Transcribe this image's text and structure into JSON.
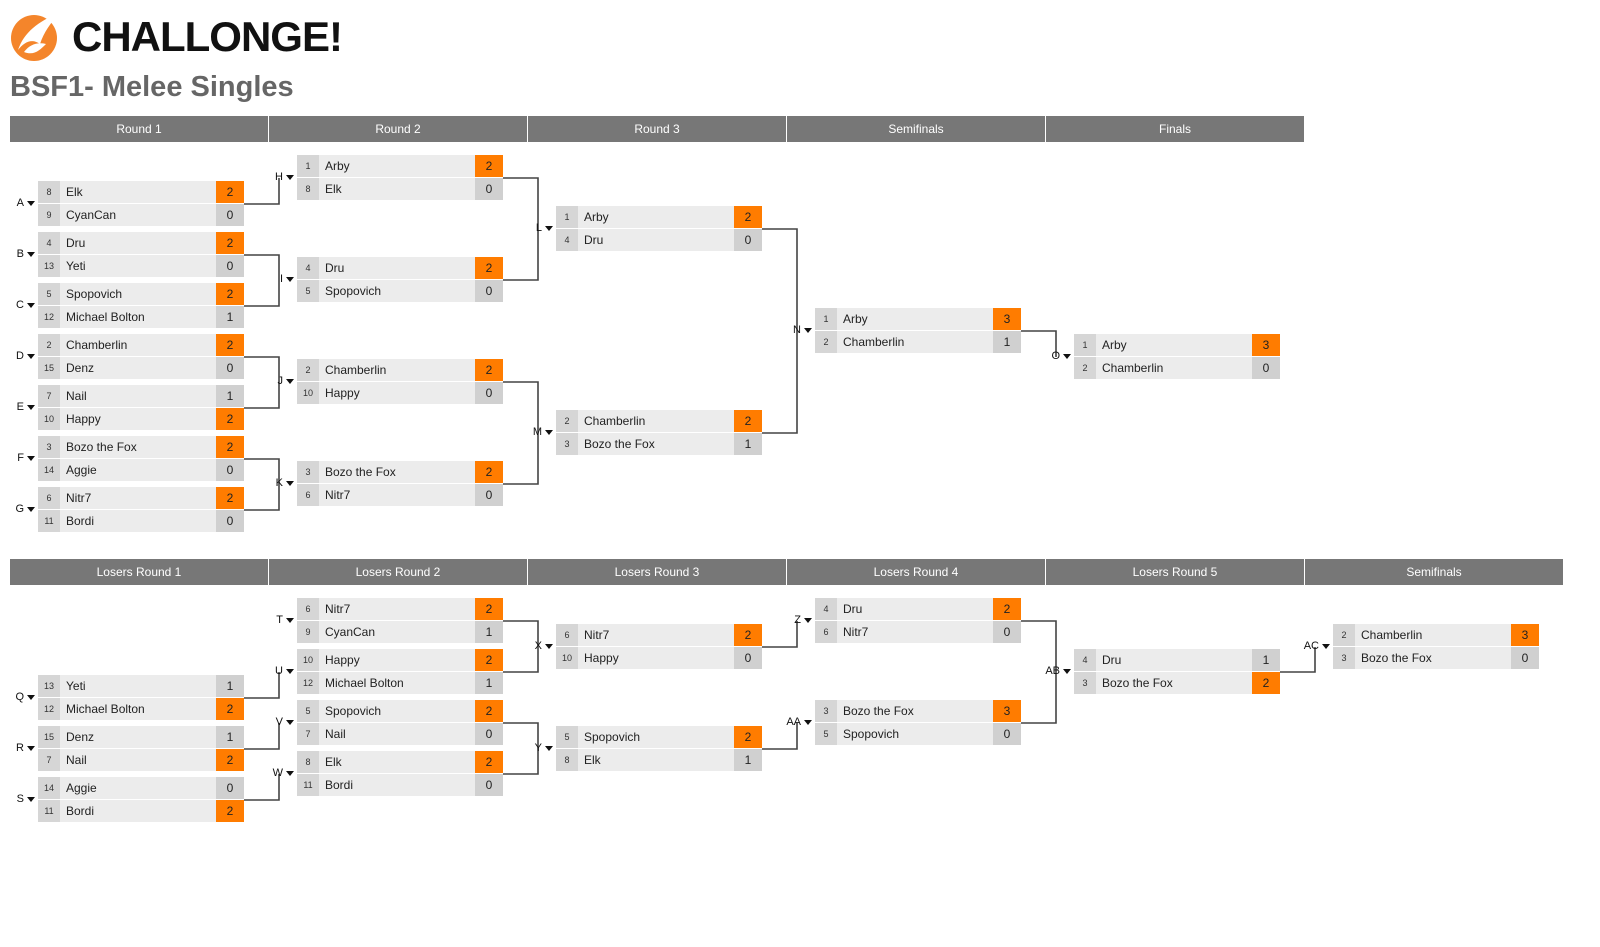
{
  "brand": {
    "logo_text": "CHALLONGE!",
    "logo_icon": "challonge-wing-logo",
    "accent": "#ff7c00"
  },
  "tournament": {
    "title": "BSF1- Melee Singles"
  },
  "winners": {
    "headers": [
      "Round 1",
      "Round 2",
      "Round 3",
      "Semifinals",
      "Finals"
    ],
    "matches": [
      {
        "id": "A",
        "round": 0,
        "p": [
          {
            "seed": "8",
            "name": "Elk",
            "score": "2",
            "win": true
          },
          {
            "seed": "9",
            "name": "CyanCan",
            "score": "0",
            "win": false
          }
        ]
      },
      {
        "id": "B",
        "round": 0,
        "p": [
          {
            "seed": "4",
            "name": "Dru",
            "score": "2",
            "win": true
          },
          {
            "seed": "13",
            "name": "Yeti",
            "score": "0",
            "win": false
          }
        ]
      },
      {
        "id": "C",
        "round": 0,
        "p": [
          {
            "seed": "5",
            "name": "Spopovich",
            "score": "2",
            "win": true
          },
          {
            "seed": "12",
            "name": "Michael Bolton",
            "score": "1",
            "win": false
          }
        ]
      },
      {
        "id": "D",
        "round": 0,
        "p": [
          {
            "seed": "2",
            "name": "Chamberlin",
            "score": "2",
            "win": true
          },
          {
            "seed": "15",
            "name": "Denz",
            "score": "0",
            "win": false
          }
        ]
      },
      {
        "id": "E",
        "round": 0,
        "p": [
          {
            "seed": "7",
            "name": "Nail",
            "score": "1",
            "win": false
          },
          {
            "seed": "10",
            "name": "Happy",
            "score": "2",
            "win": true
          }
        ]
      },
      {
        "id": "F",
        "round": 0,
        "p": [
          {
            "seed": "3",
            "name": "Bozo the Fox",
            "score": "2",
            "win": true
          },
          {
            "seed": "14",
            "name": "Aggie",
            "score": "0",
            "win": false
          }
        ]
      },
      {
        "id": "G",
        "round": 0,
        "p": [
          {
            "seed": "6",
            "name": "Nitr7",
            "score": "2",
            "win": true
          },
          {
            "seed": "11",
            "name": "Bordi",
            "score": "0",
            "win": false
          }
        ]
      },
      {
        "id": "H",
        "round": 1,
        "p": [
          {
            "seed": "1",
            "name": "Arby",
            "score": "2",
            "win": true
          },
          {
            "seed": "8",
            "name": "Elk",
            "score": "0",
            "win": false
          }
        ]
      },
      {
        "id": "I",
        "round": 1,
        "p": [
          {
            "seed": "4",
            "name": "Dru",
            "score": "2",
            "win": true
          },
          {
            "seed": "5",
            "name": "Spopovich",
            "score": "0",
            "win": false
          }
        ]
      },
      {
        "id": "J",
        "round": 1,
        "p": [
          {
            "seed": "2",
            "name": "Chamberlin",
            "score": "2",
            "win": true
          },
          {
            "seed": "10",
            "name": "Happy",
            "score": "0",
            "win": false
          }
        ]
      },
      {
        "id": "K",
        "round": 1,
        "p": [
          {
            "seed": "3",
            "name": "Bozo the Fox",
            "score": "2",
            "win": true
          },
          {
            "seed": "6",
            "name": "Nitr7",
            "score": "0",
            "win": false
          }
        ]
      },
      {
        "id": "L",
        "round": 2,
        "p": [
          {
            "seed": "1",
            "name": "Arby",
            "score": "2",
            "win": true
          },
          {
            "seed": "4",
            "name": "Dru",
            "score": "0",
            "win": false
          }
        ]
      },
      {
        "id": "M",
        "round": 2,
        "p": [
          {
            "seed": "2",
            "name": "Chamberlin",
            "score": "2",
            "win": true
          },
          {
            "seed": "3",
            "name": "Bozo the Fox",
            "score": "1",
            "win": false
          }
        ]
      },
      {
        "id": "N",
        "round": 3,
        "p": [
          {
            "seed": "1",
            "name": "Arby",
            "score": "3",
            "win": true
          },
          {
            "seed": "2",
            "name": "Chamberlin",
            "score": "1",
            "win": false
          }
        ]
      },
      {
        "id": "O",
        "round": 4,
        "p": [
          {
            "seed": "1",
            "name": "Arby",
            "score": "3",
            "win": true
          },
          {
            "seed": "2",
            "name": "Chamberlin",
            "score": "0",
            "win": false
          }
        ]
      }
    ]
  },
  "losers": {
    "headers": [
      "Losers Round 1",
      "Losers Round 2",
      "Losers Round 3",
      "Losers Round 4",
      "Losers Round 5",
      "Semifinals"
    ],
    "matches": [
      {
        "id": "Q",
        "round": 0,
        "p": [
          {
            "seed": "13",
            "name": "Yeti",
            "score": "1",
            "win": false
          },
          {
            "seed": "12",
            "name": "Michael Bolton",
            "score": "2",
            "win": true
          }
        ]
      },
      {
        "id": "R",
        "round": 0,
        "p": [
          {
            "seed": "15",
            "name": "Denz",
            "score": "1",
            "win": false
          },
          {
            "seed": "7",
            "name": "Nail",
            "score": "2",
            "win": true
          }
        ]
      },
      {
        "id": "S",
        "round": 0,
        "p": [
          {
            "seed": "14",
            "name": "Aggie",
            "score": "0",
            "win": false
          },
          {
            "seed": "11",
            "name": "Bordi",
            "score": "2",
            "win": true
          }
        ]
      },
      {
        "id": "T",
        "round": 1,
        "p": [
          {
            "seed": "6",
            "name": "Nitr7",
            "score": "2",
            "win": true
          },
          {
            "seed": "9",
            "name": "CyanCan",
            "score": "1",
            "win": false
          }
        ]
      },
      {
        "id": "U",
        "round": 1,
        "p": [
          {
            "seed": "10",
            "name": "Happy",
            "score": "2",
            "win": true
          },
          {
            "seed": "12",
            "name": "Michael Bolton",
            "score": "1",
            "win": false
          }
        ]
      },
      {
        "id": "V",
        "round": 1,
        "p": [
          {
            "seed": "5",
            "name": "Spopovich",
            "score": "2",
            "win": true
          },
          {
            "seed": "7",
            "name": "Nail",
            "score": "0",
            "win": false
          }
        ]
      },
      {
        "id": "W",
        "round": 1,
        "p": [
          {
            "seed": "8",
            "name": "Elk",
            "score": "2",
            "win": true
          },
          {
            "seed": "11",
            "name": "Bordi",
            "score": "0",
            "win": false
          }
        ]
      },
      {
        "id": "X",
        "round": 2,
        "p": [
          {
            "seed": "6",
            "name": "Nitr7",
            "score": "2",
            "win": true
          },
          {
            "seed": "10",
            "name": "Happy",
            "score": "0",
            "win": false
          }
        ]
      },
      {
        "id": "Y",
        "round": 2,
        "p": [
          {
            "seed": "5",
            "name": "Spopovich",
            "score": "2",
            "win": true
          },
          {
            "seed": "8",
            "name": "Elk",
            "score": "1",
            "win": false
          }
        ]
      },
      {
        "id": "Z",
        "round": 3,
        "p": [
          {
            "seed": "4",
            "name": "Dru",
            "score": "2",
            "win": true
          },
          {
            "seed": "6",
            "name": "Nitr7",
            "score": "0",
            "win": false
          }
        ]
      },
      {
        "id": "AA",
        "round": 3,
        "p": [
          {
            "seed": "3",
            "name": "Bozo the Fox",
            "score": "3",
            "win": true
          },
          {
            "seed": "5",
            "name": "Spopovich",
            "score": "0",
            "win": false
          }
        ]
      },
      {
        "id": "AB",
        "round": 4,
        "p": [
          {
            "seed": "4",
            "name": "Dru",
            "score": "1",
            "win": false
          },
          {
            "seed": "3",
            "name": "Bozo the Fox",
            "score": "2",
            "win": true
          }
        ]
      },
      {
        "id": "AC",
        "round": 5,
        "p": [
          {
            "seed": "2",
            "name": "Chamberlin",
            "score": "3",
            "win": true
          },
          {
            "seed": "3",
            "name": "Bozo the Fox",
            "score": "0",
            "win": false
          }
        ]
      }
    ]
  }
}
